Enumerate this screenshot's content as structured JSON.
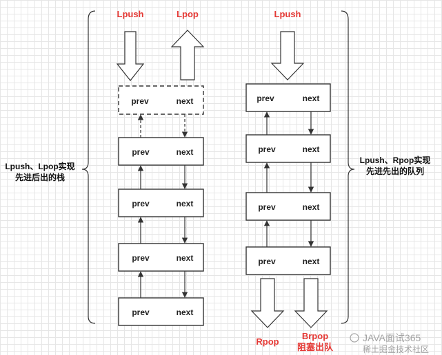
{
  "left_stack": {
    "push_label": "Lpush",
    "pop_label": "Lpop",
    "description_line1": "Lpush、Lpop实现",
    "description_line2": "先进后出的栈",
    "nodes": [
      {
        "prev": "prev",
        "next": "next",
        "style": "dashed"
      },
      {
        "prev": "prev",
        "next": "next",
        "style": "solid"
      },
      {
        "prev": "prev",
        "next": "next",
        "style": "solid"
      },
      {
        "prev": "prev",
        "next": "next",
        "style": "solid"
      },
      {
        "prev": "prev",
        "next": "next",
        "style": "solid"
      }
    ]
  },
  "right_queue": {
    "push_label": "Lpush",
    "pop_label": "Rpop",
    "block_pop_line1": "Brpop",
    "block_pop_line2": "阻塞出队",
    "description_line1": "Lpush、Rpop实现",
    "description_line2": "先进先出的队列",
    "nodes": [
      {
        "prev": "prev",
        "next": "next"
      },
      {
        "prev": "prev",
        "next": "next"
      },
      {
        "prev": "prev",
        "next": "next"
      },
      {
        "prev": "prev",
        "next": "next"
      }
    ]
  },
  "watermark": {
    "line1": "JAVA面试365",
    "line2": "稀土掘金技术社区"
  },
  "colors": {
    "label_red": "#e53935",
    "stroke": "#333333",
    "background": "#ffffff",
    "grid": "#e6e6e6"
  }
}
